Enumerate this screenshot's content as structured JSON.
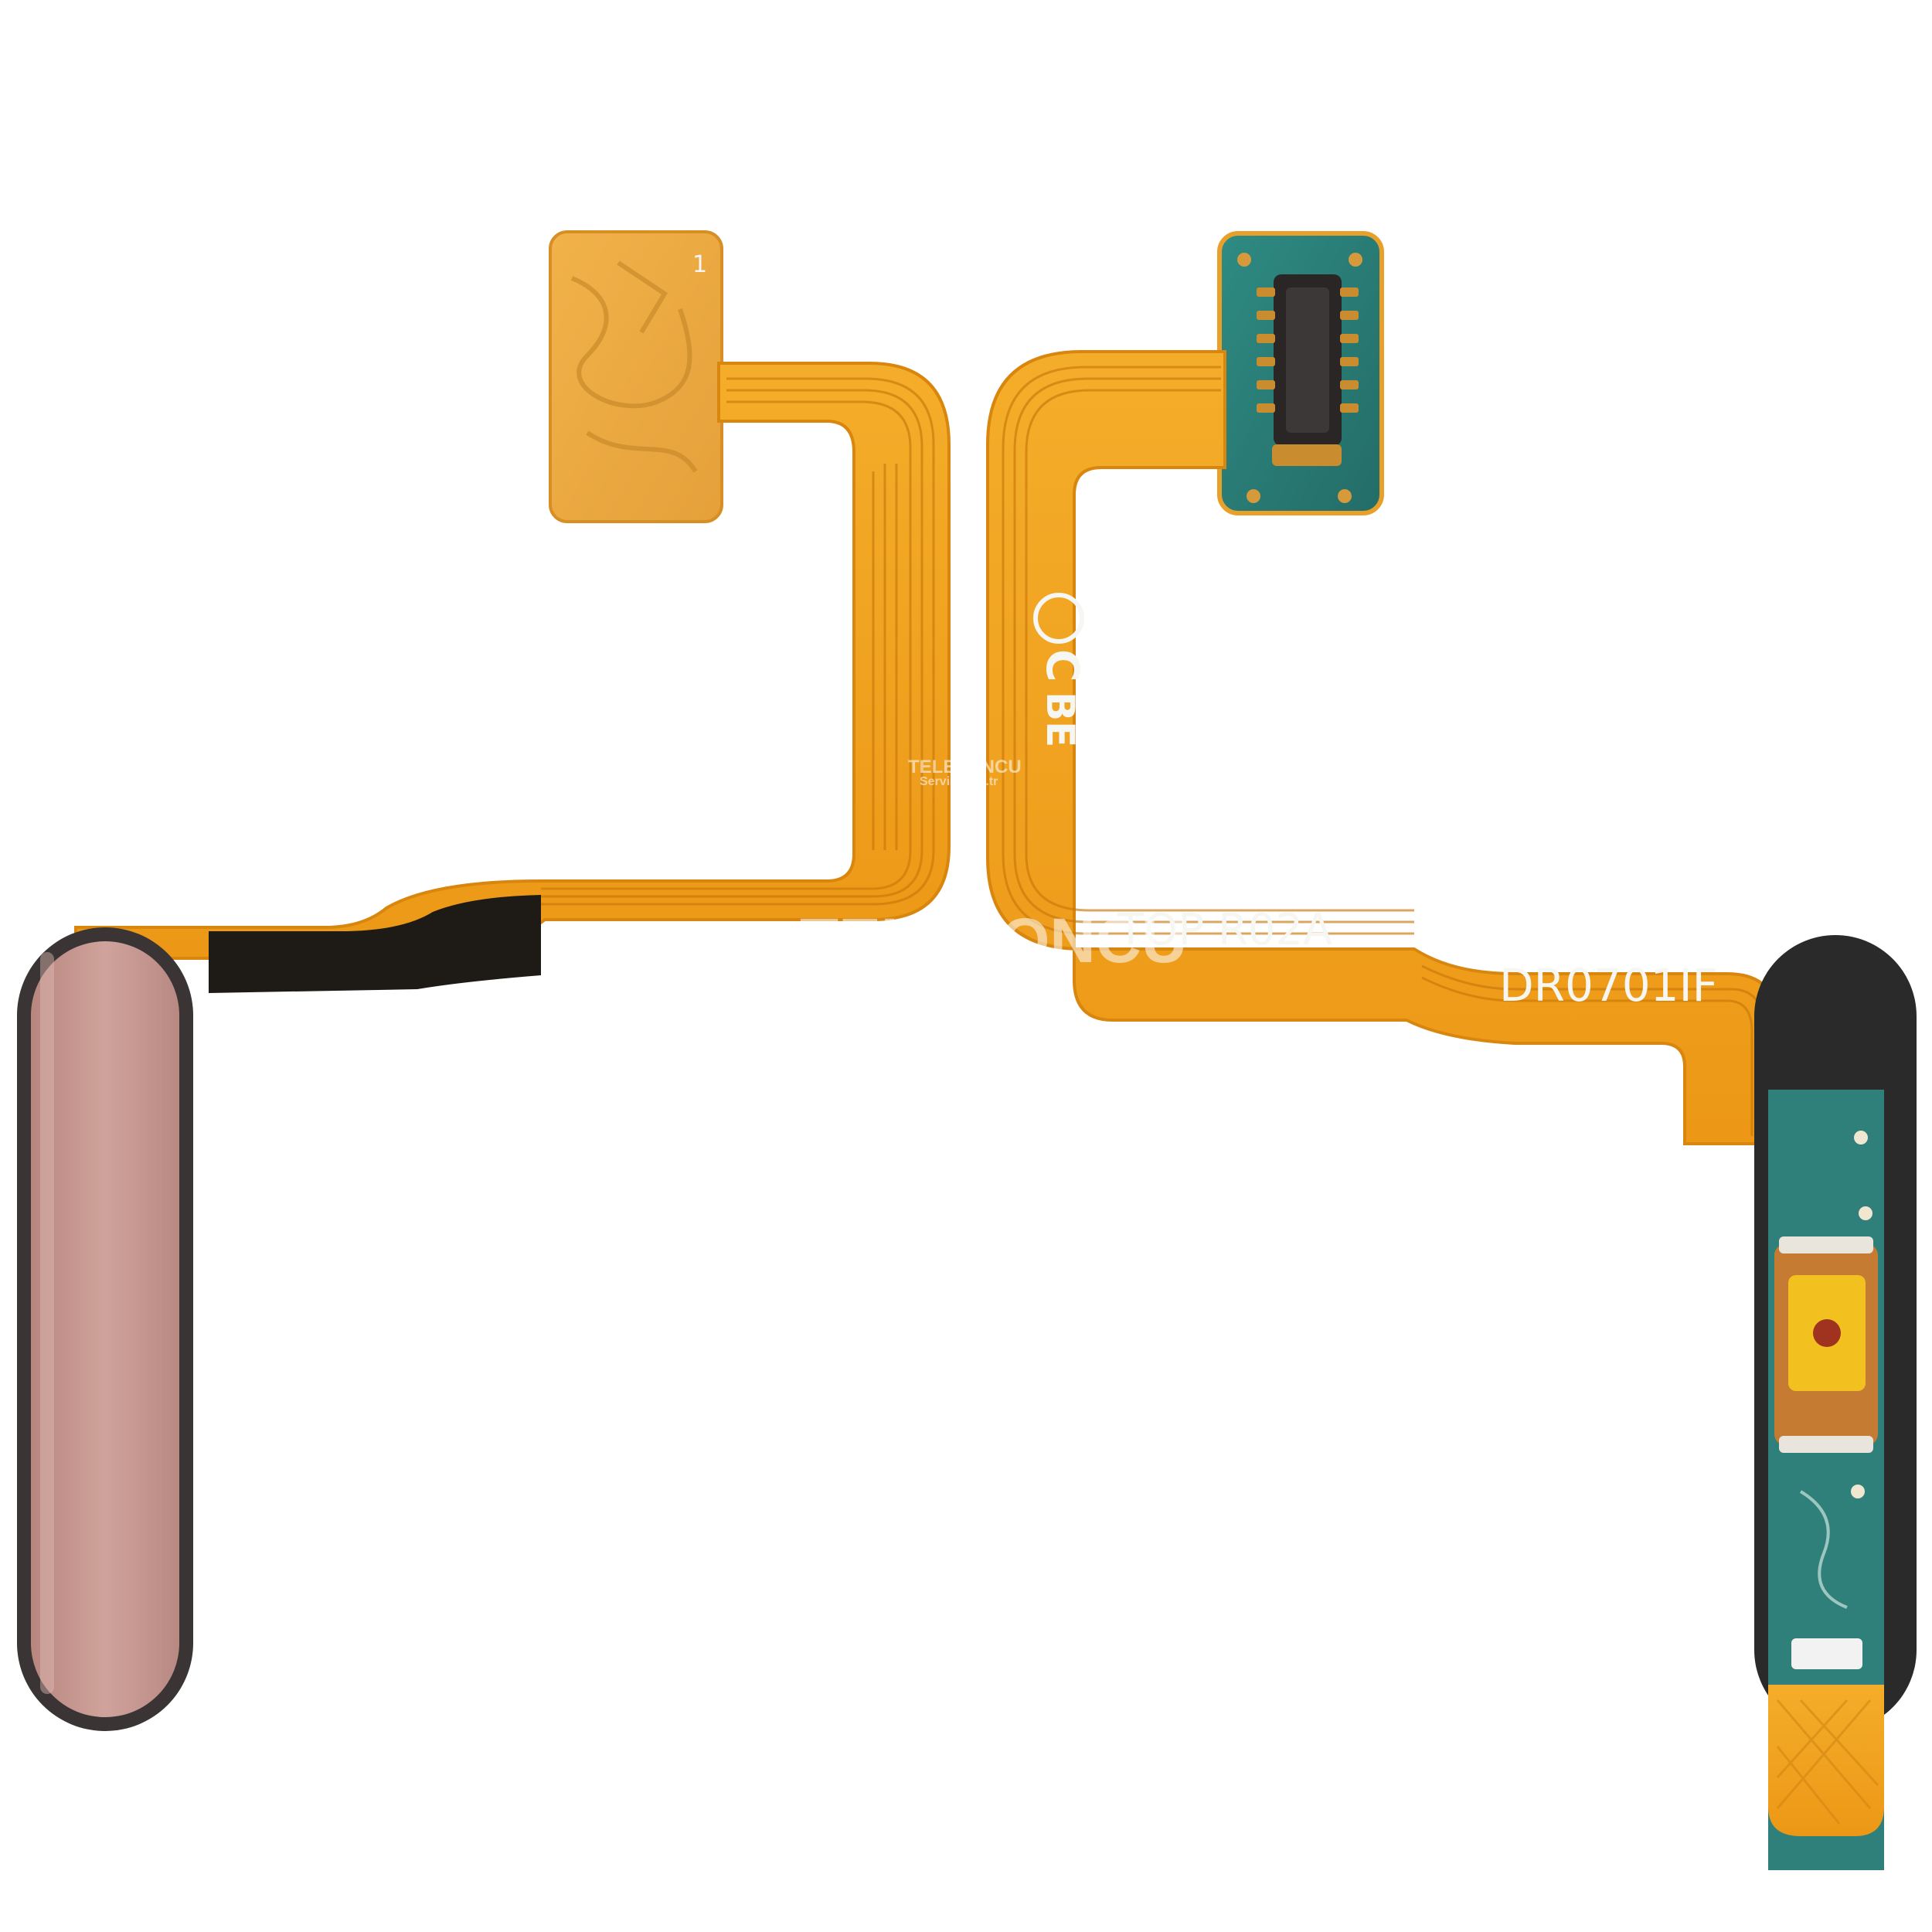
{
  "colors": {
    "background": "#ffffff",
    "flex_orange": "#f0a21c",
    "flex_edge": "#d9860e",
    "trace": "#c9780a",
    "pcb_green": "#2f7f7a",
    "button_rose": "#c89a92",
    "button_frame": "#3a3434",
    "stiffener_black": "#1e1a16",
    "silkscreen": "#f6f6f2"
  },
  "left_flex": {
    "pin1_marker": "1"
  },
  "right_flex": {
    "marking_top": "TOP R02A",
    "marking_part": "DR0701IF",
    "ce_marks": [
      "C",
      "BE"
    ]
  },
  "watermark": {
    "brand": "TELEFONCU",
    "sub": "Servis.com.tr"
  },
  "icons": [
    "fingerprint-button-icon",
    "board-connector-icon",
    "tactile-switch-icon"
  ]
}
